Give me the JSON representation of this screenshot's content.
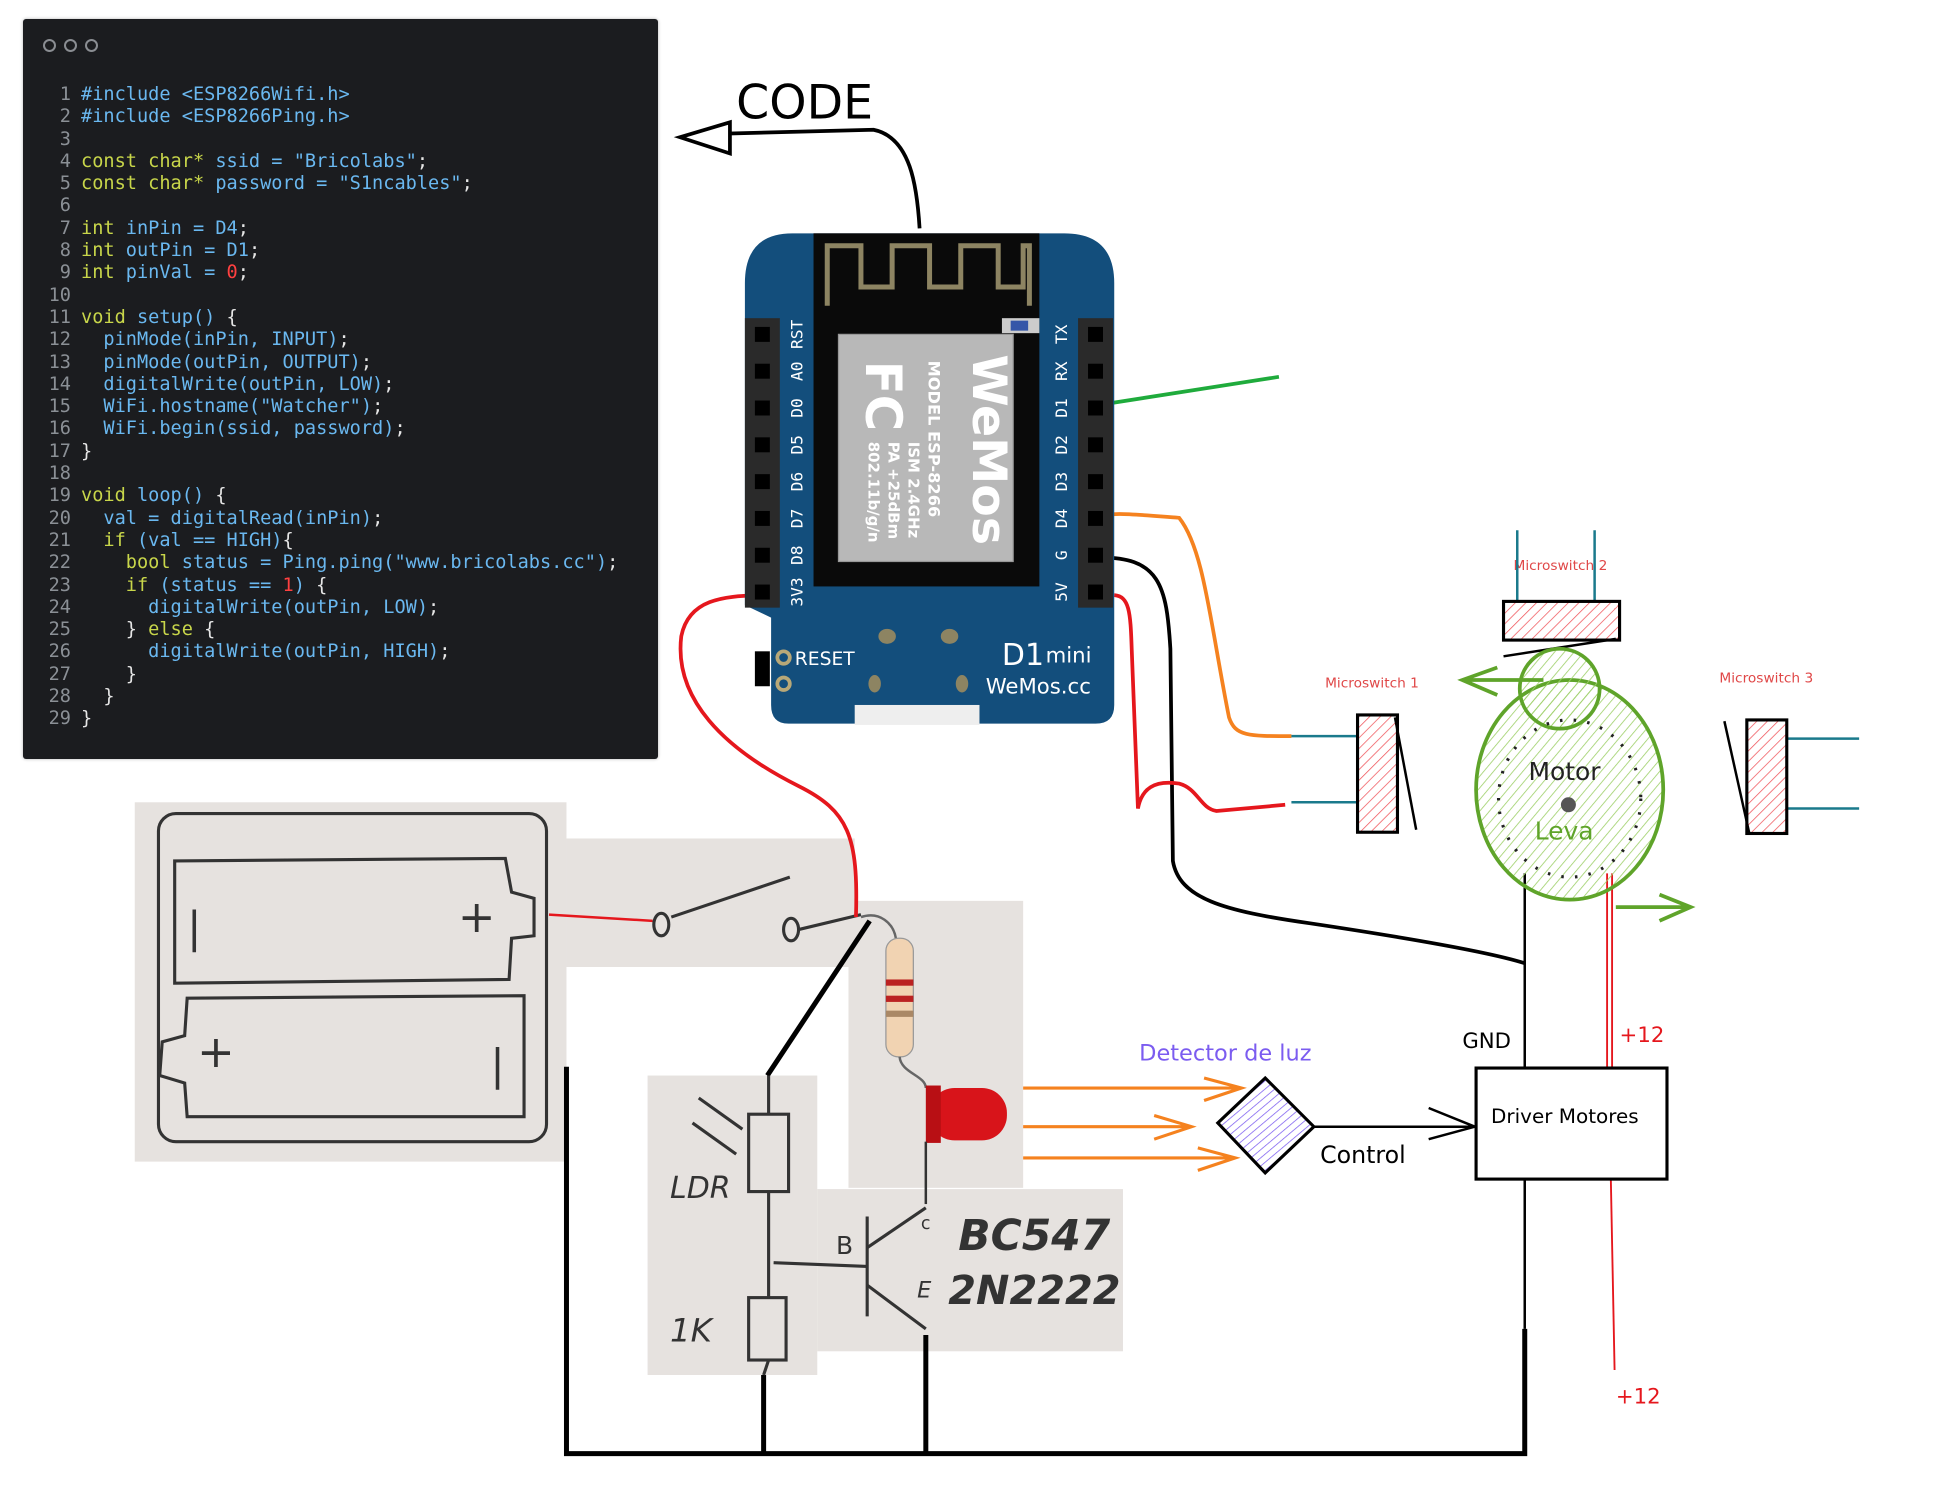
{
  "code": {
    "lines": [
      {
        "n": "1",
        "tokens": [
          [
            "#include <ESP8266Wifi.h>",
            "id"
          ]
        ]
      },
      {
        "n": "2",
        "tokens": [
          [
            "#include <ESP8266Ping.h>",
            "id"
          ]
        ]
      },
      {
        "n": "3",
        "tokens": []
      },
      {
        "n": "4",
        "tokens": [
          [
            "const char*",
            "kw"
          ],
          [
            " ssid = \"Bricolabs\"",
            "id"
          ],
          [
            ";",
            "p"
          ]
        ]
      },
      {
        "n": "5",
        "tokens": [
          [
            "const char*",
            "kw"
          ],
          [
            " password = \"S1ncables\"",
            "id"
          ],
          [
            ";",
            "p"
          ]
        ]
      },
      {
        "n": "6",
        "tokens": []
      },
      {
        "n": "7",
        "tokens": [
          [
            "int",
            "kw"
          ],
          [
            " inPin = D4",
            "id"
          ],
          [
            ";",
            "p"
          ]
        ]
      },
      {
        "n": "8",
        "tokens": [
          [
            "int",
            "kw"
          ],
          [
            " outPin = D1",
            "id"
          ],
          [
            ";",
            "p"
          ]
        ]
      },
      {
        "n": "9",
        "tokens": [
          [
            "int",
            "kw"
          ],
          [
            " pinVal = ",
            "id"
          ],
          [
            "0",
            "num"
          ],
          [
            ";",
            "p"
          ]
        ]
      },
      {
        "n": "10",
        "tokens": []
      },
      {
        "n": "11",
        "tokens": [
          [
            "void",
            "kw"
          ],
          [
            " setup() ",
            "id"
          ],
          [
            "{",
            "p"
          ]
        ]
      },
      {
        "n": "12",
        "tokens": [
          [
            "  pinMode(inPin, INPUT)",
            "id"
          ],
          [
            ";",
            "p"
          ]
        ]
      },
      {
        "n": "13",
        "tokens": [
          [
            "  pinMode(outPin, OUTPUT)",
            "id"
          ],
          [
            ";",
            "p"
          ]
        ]
      },
      {
        "n": "14",
        "tokens": [
          [
            "  digitalWrite(outPin, LOW)",
            "id"
          ],
          [
            ";",
            "p"
          ]
        ]
      },
      {
        "n": "15",
        "tokens": [
          [
            "  WiFi.hostname(\"Watcher\")",
            "id"
          ],
          [
            ";",
            "p"
          ]
        ]
      },
      {
        "n": "16",
        "tokens": [
          [
            "  WiFi.begin(ssid, password)",
            "id"
          ],
          [
            ";",
            "p"
          ]
        ]
      },
      {
        "n": "17",
        "tokens": [
          [
            "}",
            "p"
          ]
        ]
      },
      {
        "n": "18",
        "tokens": []
      },
      {
        "n": "19",
        "tokens": [
          [
            "void",
            "kw"
          ],
          [
            " loop() ",
            "id"
          ],
          [
            "{",
            "p"
          ]
        ]
      },
      {
        "n": "20",
        "tokens": [
          [
            "  val = digitalRead(inPin)",
            "id"
          ],
          [
            ";",
            "p"
          ]
        ]
      },
      {
        "n": "21",
        "tokens": [
          [
            "  if",
            "kw"
          ],
          [
            " (val == HIGH)",
            "id"
          ],
          [
            "{",
            "p"
          ]
        ]
      },
      {
        "n": "22",
        "tokens": [
          [
            "    bool",
            "kw"
          ],
          [
            " status = Ping.ping(\"www.bricolabs.cc\")",
            "id"
          ],
          [
            ";",
            "p"
          ]
        ]
      },
      {
        "n": "23",
        "tokens": [
          [
            "    if",
            "kw"
          ],
          [
            " (status == ",
            "id"
          ],
          [
            "1",
            "num"
          ],
          [
            ") ",
            "id"
          ],
          [
            "{",
            "p"
          ]
        ]
      },
      {
        "n": "24",
        "tokens": [
          [
            "      digitalWrite(outPin, LOW)",
            "id"
          ],
          [
            ";",
            "p"
          ]
        ]
      },
      {
        "n": "25",
        "tokens": [
          [
            "    } ",
            "p"
          ],
          [
            "else",
            "kw"
          ],
          [
            " {",
            "p"
          ]
        ]
      },
      {
        "n": "26",
        "tokens": [
          [
            "      digitalWrite(outPin, HIGH)",
            "id"
          ],
          [
            ";",
            "p"
          ]
        ]
      },
      {
        "n": "27",
        "tokens": [
          [
            "    }",
            "p"
          ]
        ]
      },
      {
        "n": "28",
        "tokens": [
          [
            "  }",
            "p"
          ]
        ]
      },
      {
        "n": "29",
        "tokens": [
          [
            "}",
            "p"
          ]
        ]
      }
    ]
  },
  "labels": {
    "code_arrow": "CODE",
    "board": {
      "left_pins": [
        "RST",
        "A0",
        "D0",
        "D5",
        "D6",
        "D7",
        "D8",
        "3V3"
      ],
      "right_pins": [
        "TX",
        "RX",
        "D1",
        "D2",
        "D3",
        "D4",
        "G",
        "5V"
      ],
      "reset": "RESET",
      "model_name": "D1",
      "model_suffix": "mini",
      "site": "WeMos.cc",
      "chip_lines": [
        "MODEL  ESP-8266",
        "ISM 2.4GHz",
        "PA +25dBm",
        "802.11b/g/n"
      ],
      "chip_brand": "WeMos",
      "fcc": "FC"
    },
    "microswitch_1": "Microswitch 1",
    "microswitch_2": "Microswitch 2",
    "microswitch_3": "Microswitch 3",
    "motor": "Motor",
    "leva": "Leva",
    "detector": "Detector de luz",
    "control": "Control",
    "driver": "Driver Motores",
    "gnd": "GND",
    "plus12_top": "+12",
    "plus12_bottom": "+12",
    "ldr": "LDR",
    "resistor_1k": "1K",
    "base": "B",
    "collector": "c",
    "emitter": "E",
    "transistor_1": "BC547",
    "transistor_2": "2N2222",
    "battery_plus_1": "+",
    "battery_minus_1": "|",
    "battery_plus_2": "+",
    "battery_minus_2": "|"
  },
  "colors": {
    "board_blue": "#134e7c",
    "wire_red": "#e5171d",
    "wire_black": "#000000",
    "wire_green": "#1fab3c",
    "wire_orange": "#f5821f",
    "motor_green": "#5fa42a",
    "switch_red": "#f0545a",
    "detector_purple": "#7b5cf0",
    "photo_bg": "#e6e2df"
  }
}
